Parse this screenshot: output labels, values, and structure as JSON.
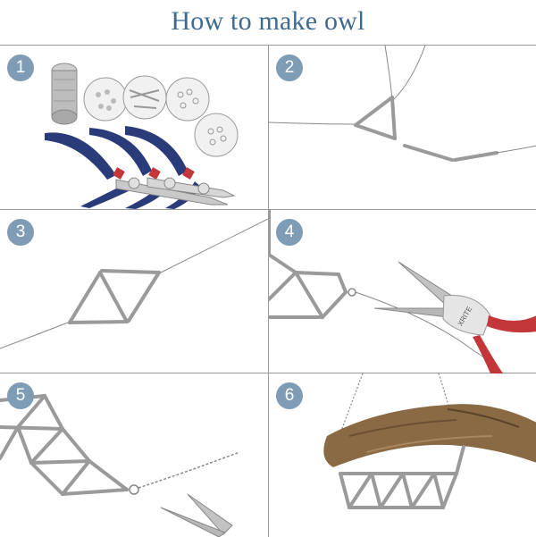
{
  "title": "How to make owl",
  "steps": [
    {
      "number": "1"
    },
    {
      "number": "2"
    },
    {
      "number": "3"
    },
    {
      "number": "4"
    },
    {
      "number": "5"
    },
    {
      "number": "6"
    }
  ],
  "colors": {
    "title": "#3f6a8f",
    "badge": "#7f9cb7",
    "grid_line": "#9a9a9a",
    "plier_handle": "#2a3b7a",
    "tube_metal": "#b8b8b8",
    "branch_wood": "#8a6a45"
  },
  "pliers_brand": "XRITE"
}
